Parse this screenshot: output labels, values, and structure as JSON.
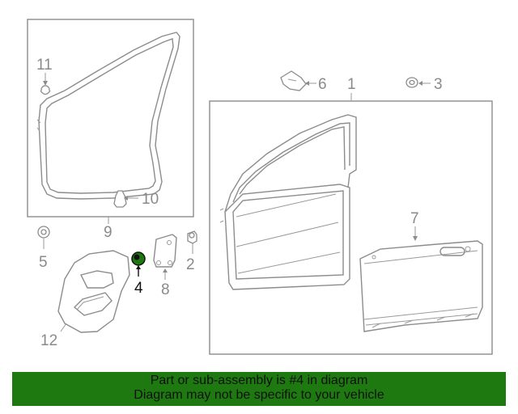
{
  "diagram": {
    "callouts": [
      {
        "id": "1",
        "text": "1"
      },
      {
        "id": "2",
        "text": "2"
      },
      {
        "id": "3",
        "text": "3"
      },
      {
        "id": "4",
        "text": "4"
      },
      {
        "id": "5",
        "text": "5"
      },
      {
        "id": "6",
        "text": "6"
      },
      {
        "id": "7",
        "text": "7"
      },
      {
        "id": "8",
        "text": "8"
      },
      {
        "id": "9",
        "text": "9"
      },
      {
        "id": "10",
        "text": "10"
      },
      {
        "id": "11",
        "text": "11"
      },
      {
        "id": "12",
        "text": "12"
      }
    ],
    "highlighted_part": "4",
    "colors": {
      "highlight_part": "#1e7a10",
      "line": "#8c8c8c",
      "banner": "#1e7a10"
    }
  },
  "banner": {
    "line1": "Part or sub-assembly is #4 in diagram",
    "line2": "Diagram may not be specific to your vehicle"
  }
}
